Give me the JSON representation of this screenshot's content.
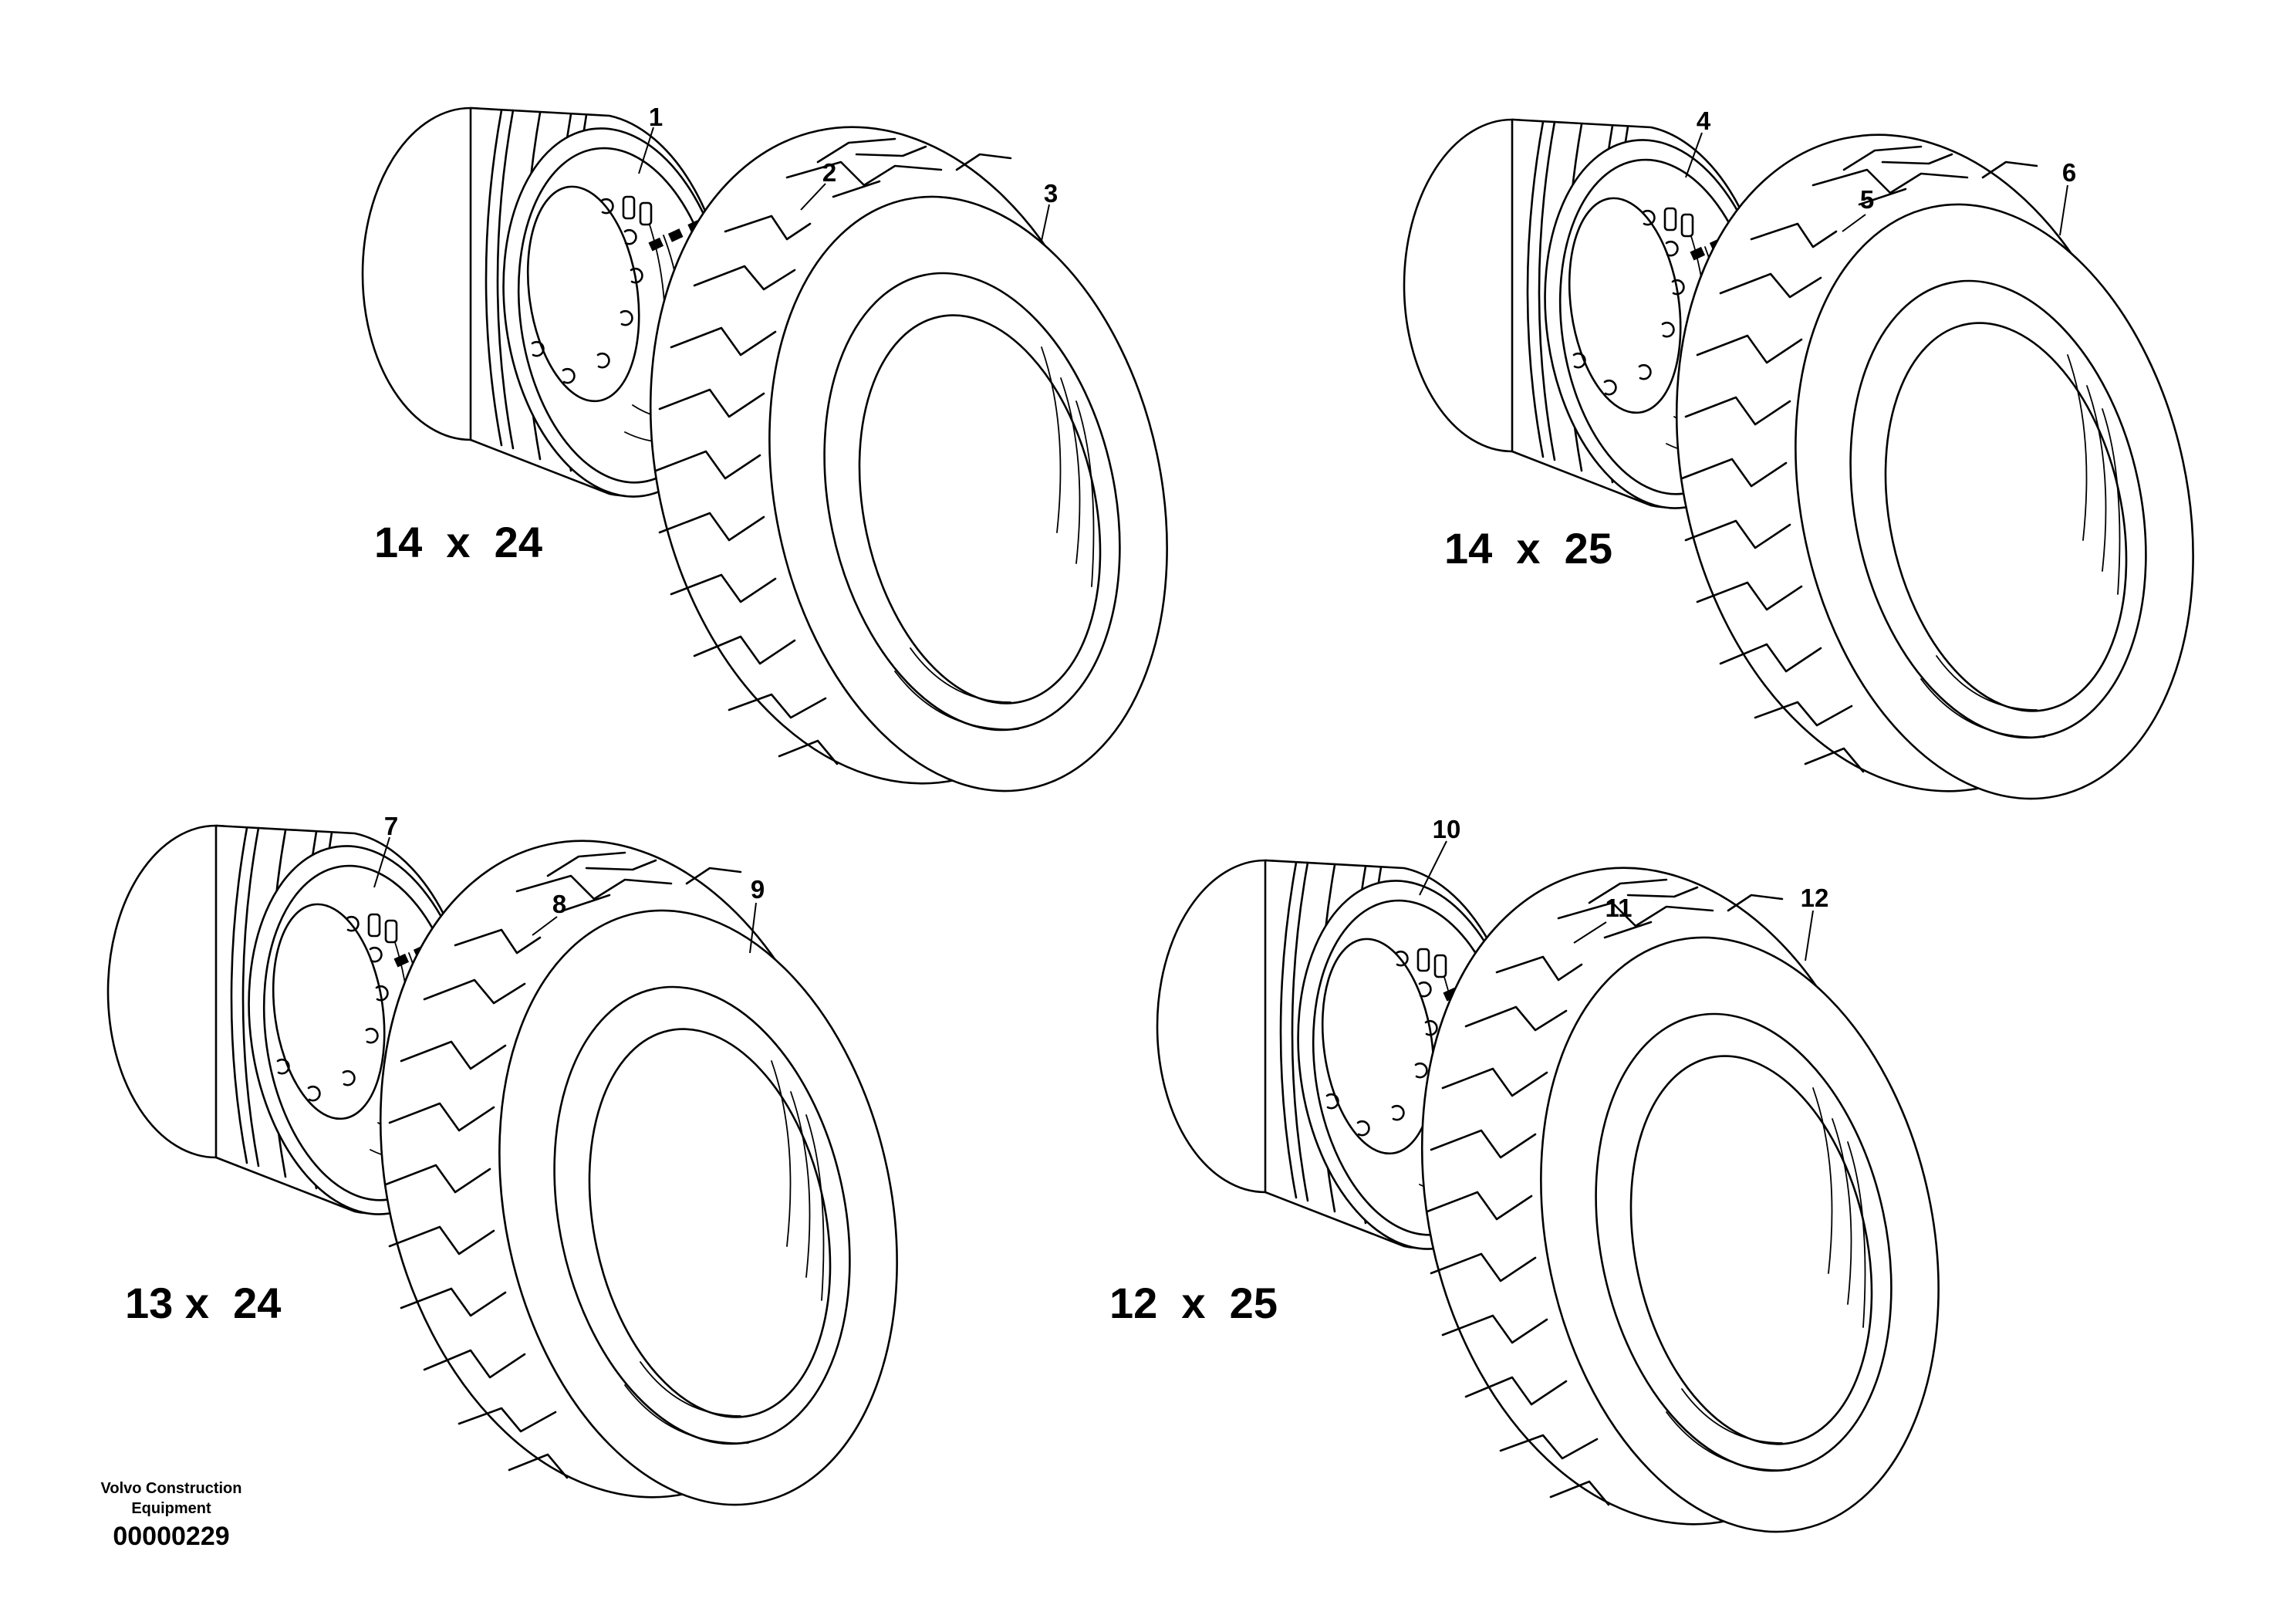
{
  "assemblies": [
    {
      "size_label": "14  x  24",
      "rim_callout": "1",
      "valve_callout": "2",
      "tyre_callout": "3"
    },
    {
      "size_label": "14  x  25",
      "rim_callout": "4",
      "valve_callout": "5",
      "tyre_callout": "6"
    },
    {
      "size_label": "13 x  24",
      "rim_callout": "7",
      "valve_callout": "8",
      "tyre_callout": "9"
    },
    {
      "size_label": "12  x  25",
      "rim_callout": "10",
      "valve_callout": "11",
      "tyre_callout": "12"
    }
  ],
  "footer": {
    "line1": "Volvo Construction",
    "line2": "Equipment",
    "code": "00000229"
  }
}
